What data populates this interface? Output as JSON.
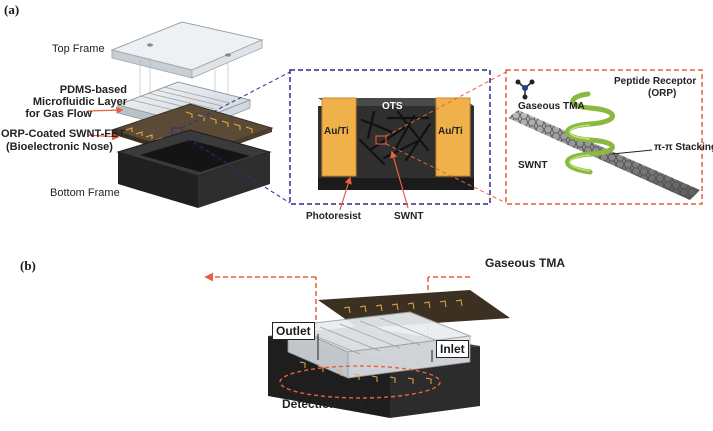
{
  "panel_a": {
    "tag": "(a)",
    "labels": {
      "top_frame": "Top Frame",
      "pdms_line1": "PDMS-based",
      "pdms_line2": "Microfluidic Layer",
      "pdms_line3": "for Gas Flow",
      "fet_line1": "ORP-Coated SWNT-FET",
      "fet_line2": "(Bioelectronic Nose)",
      "bottom_frame": "Bottom Frame",
      "ots": "OTS",
      "auti_left": "Au/Ti",
      "auti_right": "Au/Ti",
      "photoresist": "Photoresist",
      "swnt_center": "SWNT",
      "gaseous_tma": "Gaseous TMA",
      "peptide_line1": "Peptide Receptor",
      "peptide_line2": "(ORP)",
      "swnt_right": "SWNT",
      "pi_stacking": "π-π Stacking"
    }
  },
  "panel_b": {
    "tag": "(b)",
    "labels": {
      "gaseous_tma": "Gaseous TMA",
      "outlet": "Outlet",
      "inlet": "Inlet",
      "detection_part": "Detection Part"
    }
  },
  "colors": {
    "arrow_red": "#e8603c",
    "dashed_blue": "#2c2c8c",
    "dashed_red": "#e8603c",
    "gold": "#f0b14a",
    "dark_device": "#2a2a2a",
    "helix_green": "#8ab842"
  }
}
